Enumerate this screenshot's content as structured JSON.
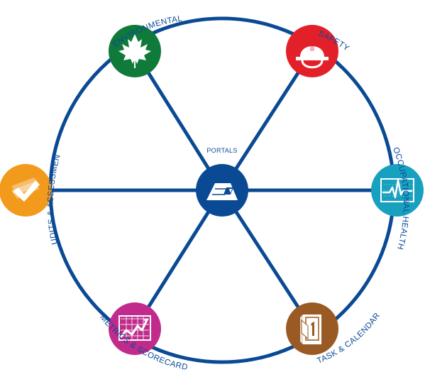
{
  "colors": {
    "line": "#0a4a94",
    "environmental": "#0f7a3a",
    "safety": "#e3202a",
    "occupational_health": "#18a0bf",
    "task_calendar": "#9a5a24",
    "metrics_scorecard": "#c02b8c",
    "audits_assessments": "#f29a1c",
    "portals": "#0a4a94"
  },
  "nodes": {
    "environmental": {
      "label": "ENVIRONMENTAL",
      "icon": "maple-leaf-icon"
    },
    "safety": {
      "label": "SAFETY",
      "icon": "hard-hat-icon"
    },
    "occupational_health": {
      "label": "OCCUPATIONAL HEALTH",
      "icon": "heartbeat-monitor-icon"
    },
    "task_calendar": {
      "label": "TASK & CALENDAR",
      "icon": "calendar-icon"
    },
    "metrics_scorecard": {
      "label": "METRICS & SCORECARD",
      "icon": "line-graph-icon"
    },
    "audits_assessments": {
      "label": "AUDITS & ASSESSMENTS",
      "icon": "checkmark-icon"
    },
    "portals": {
      "label": "PORTALS",
      "icon": "pyramid-icon"
    }
  }
}
